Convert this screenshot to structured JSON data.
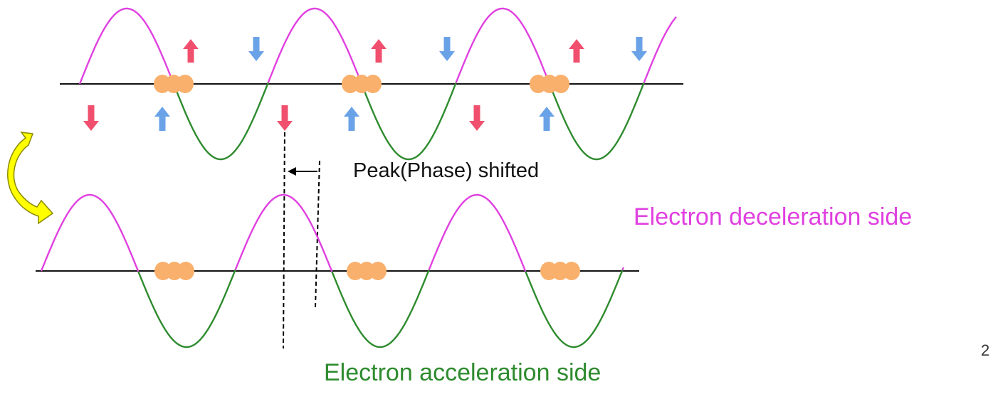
{
  "labels": {
    "phase_shift": "Peak(Phase) shifted",
    "deceleration_side": "Electron deceleration side",
    "acceleration_side": "Electron acceleration side",
    "page_number": "2"
  },
  "colors": {
    "deceleration": "#e040e0",
    "acceleration": "#2e8b2e",
    "axis": "#111111",
    "red_arrow": "#f0506e",
    "blue_arrow": "#6aa2e8",
    "bunch": "#f9b06c",
    "curved_arrow_fill": "#ffff00",
    "curved_arrow_edge": "#8a8a00"
  },
  "icons": {
    "red_arrow": "arrow-down-up-red",
    "blue_arrow": "arrow-down-up-blue",
    "bunch": "electron-bunch",
    "curved_arrow": "curved-arrow"
  }
}
